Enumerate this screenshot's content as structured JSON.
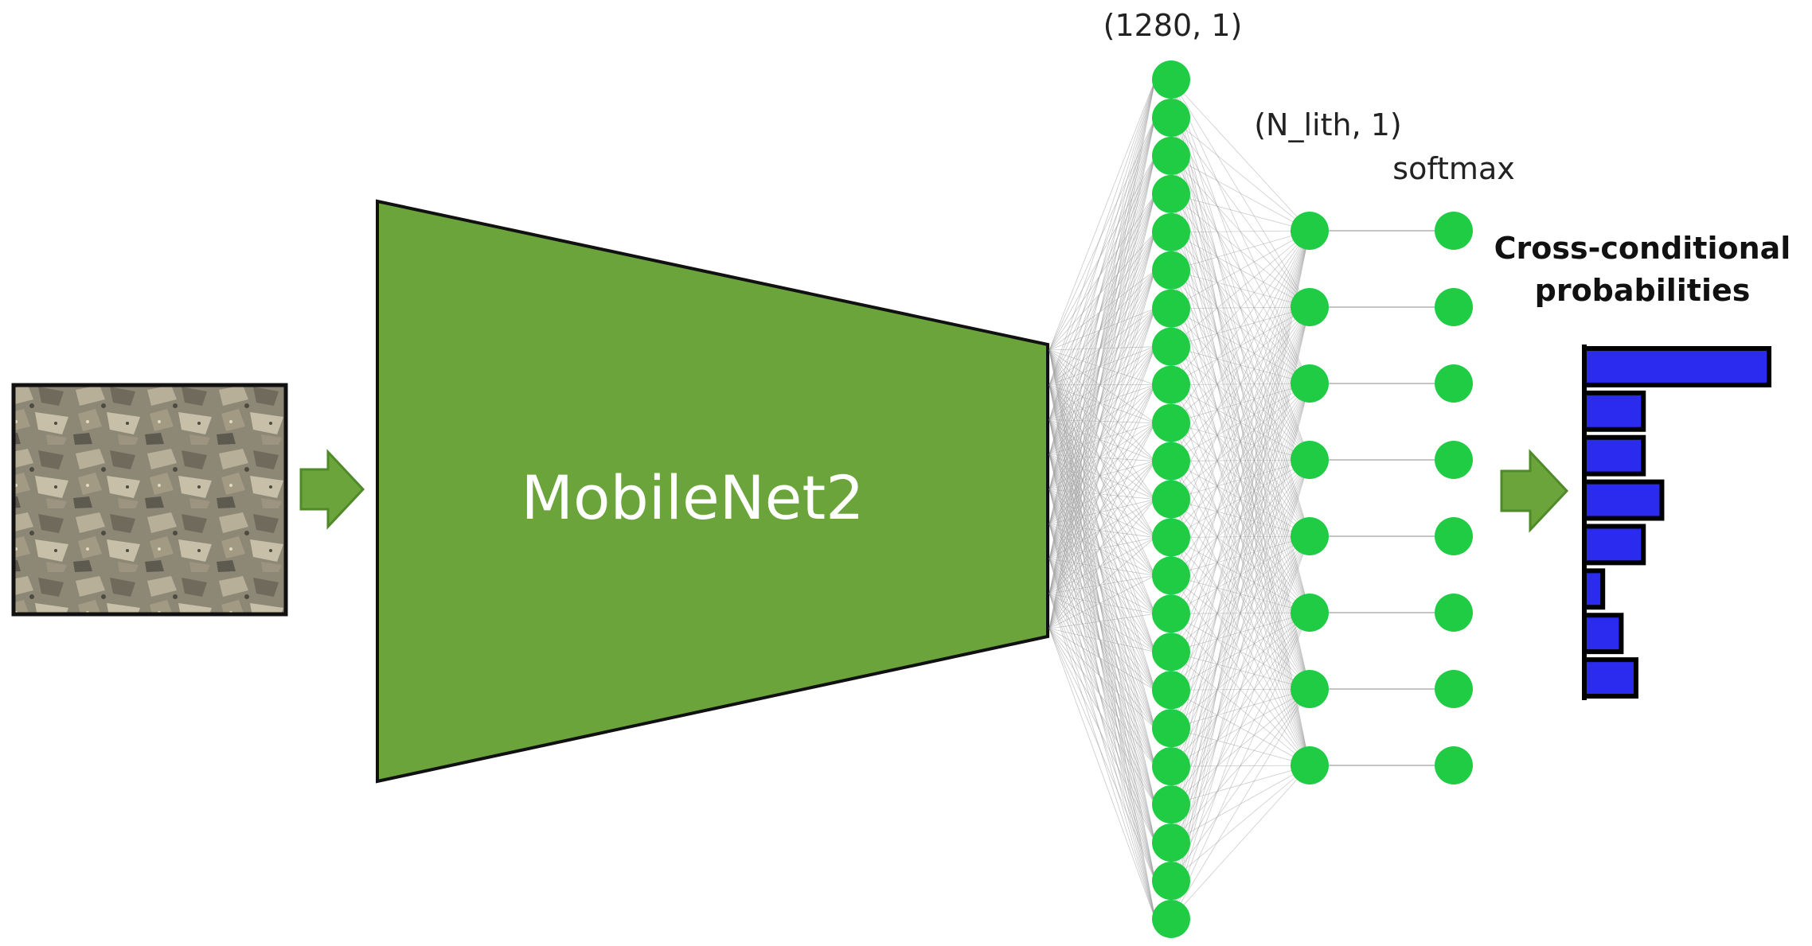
{
  "diagram": {
    "model_name": "MobileNet2",
    "feature_layer_label": "(1280, 1)",
    "class_layer_label": "(N_lith, 1)",
    "softmax_label": "softmax",
    "output_title_line1": "Cross-conditional",
    "output_title_line2": "probabilities",
    "feature_neuron_count": 23,
    "class_neuron_count": 8,
    "output_bar_values": [
      1.0,
      0.32,
      0.32,
      0.42,
      0.32,
      0.1,
      0.2,
      0.28
    ],
    "input_image": "rock-cuttings-photo",
    "icons": [
      "right-arrow-icon",
      "right-arrow-icon"
    ]
  },
  "colors": {
    "model_fill": "#6aa43a",
    "model_stroke": "#111111",
    "arrow_fill": "#6aa43a",
    "arrow_stroke": "#4f8a2a",
    "neuron_fill": "#1fcc44",
    "connection": "#9a9a9a",
    "bar_fill": "#2b2bef",
    "bar_stroke": "#000000"
  }
}
